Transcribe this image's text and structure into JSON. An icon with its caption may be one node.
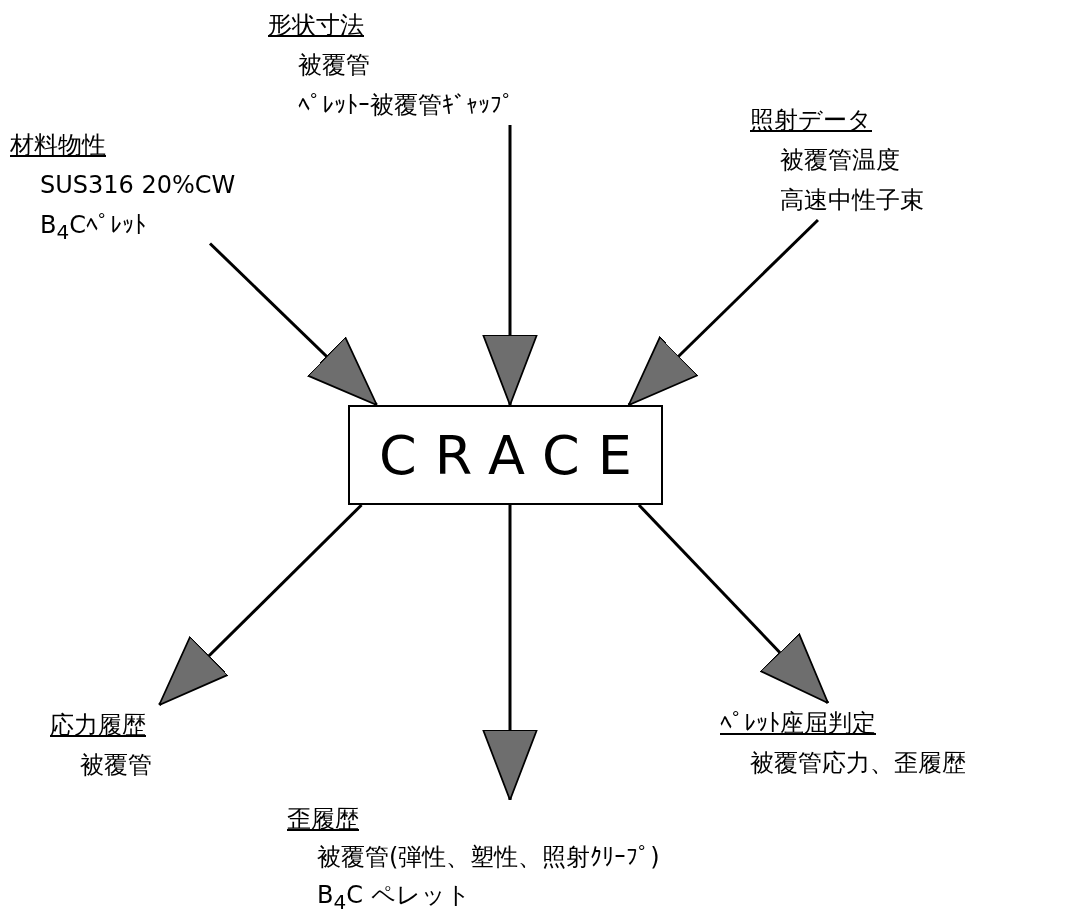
{
  "diagram": {
    "nodes": [
      {
        "text": [
          "材料物性",
          "SUS316 20%CW",
          "B$_{4}$Cﾍﾟﾚｯﾄ"
        ]
      },
      {
        "text": [
          "形状寸法",
          "被覆管",
          "ﾍﾟﾚｯﾄｰ被覆管ｷﾞｬｯﾌﾟ"
        ]
      },
      {
        "text": [
          "照射データ",
          "被覆管温度",
          "高速中性子束"
        ]
      },
      {
        "text": [
          "CRACE"
        ]
      },
      {
        "text": [
          "応力履歴",
          "被覆管"
        ]
      },
      {
        "text": [
          "歪履歴",
          "被覆管(弾性、塑性、照射ｸﾘｰﾌﾟ)",
          "B$_{4}$C ペレット"
        ]
      },
      {
        "text": [
          "ﾍﾟﾚｯﾄ座屈判定",
          "被覆管応力、歪履歴"
        ]
      }
    ],
    "edges": [
      {
        "from": 0,
        "to": 3,
        "arrow": "to"
      },
      {
        "from": 1,
        "to": 3,
        "arrow": "to"
      },
      {
        "from": 2,
        "to": 3,
        "arrow": "to"
      },
      {
        "from": 3,
        "to": 4,
        "arrow": "to"
      },
      {
        "from": 3,
        "to": 5,
        "arrow": "to"
      },
      {
        "from": 3,
        "to": 6,
        "arrow": "to"
      }
    ]
  }
}
